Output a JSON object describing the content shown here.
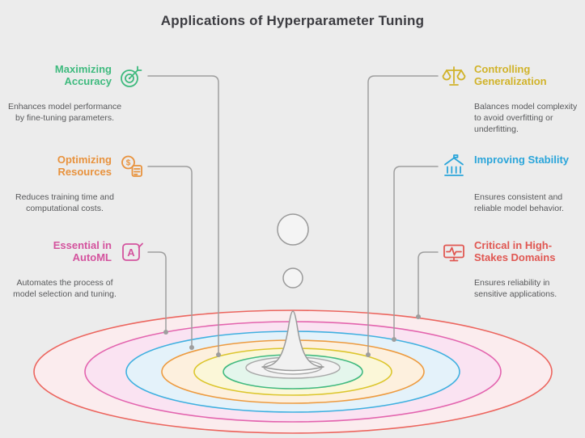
{
  "background": "#ececec",
  "title": "Applications of Hyperparameter Tuning",
  "items": {
    "left": [
      {
        "heading": "Maximizing Accuracy",
        "description": "Enhances model performance by fine-tuning parameters.",
        "color": "#3fba7e",
        "icon": "dartboard-icon"
      },
      {
        "heading": "Optimizing Resources",
        "description": "Reduces training time and computational costs.",
        "color": "#e8923d",
        "icon": "money-icon"
      },
      {
        "heading": "Essential in AutoML",
        "description": "Automates the process of model selection and tuning.",
        "color": "#d4539e",
        "icon": "automl-icon"
      }
    ],
    "right": [
      {
        "heading": "Controlling Generalization",
        "description": "Balances model complexity to avoid overfitting or underfitting.",
        "color": "#d1b32a",
        "icon": "scales-icon"
      },
      {
        "heading": "Improving Stability",
        "description": "Ensures consistent and reliable model behavior.",
        "color": "#2aa5da",
        "icon": "bank-icon"
      },
      {
        "heading": "Critical in High-Stakes Domains",
        "description": "Ensures reliability in sensitive applications.",
        "color": "#e05752",
        "icon": "pulse-monitor-icon"
      }
    ]
  },
  "ripples": {
    "colors_outer_to_inner": [
      "#ec655e",
      "#e364ae",
      "#3fb0e0",
      "#ed9b40",
      "#dcc62d",
      "#42ba80"
    ]
  },
  "connector_color": "#9e9e9e"
}
